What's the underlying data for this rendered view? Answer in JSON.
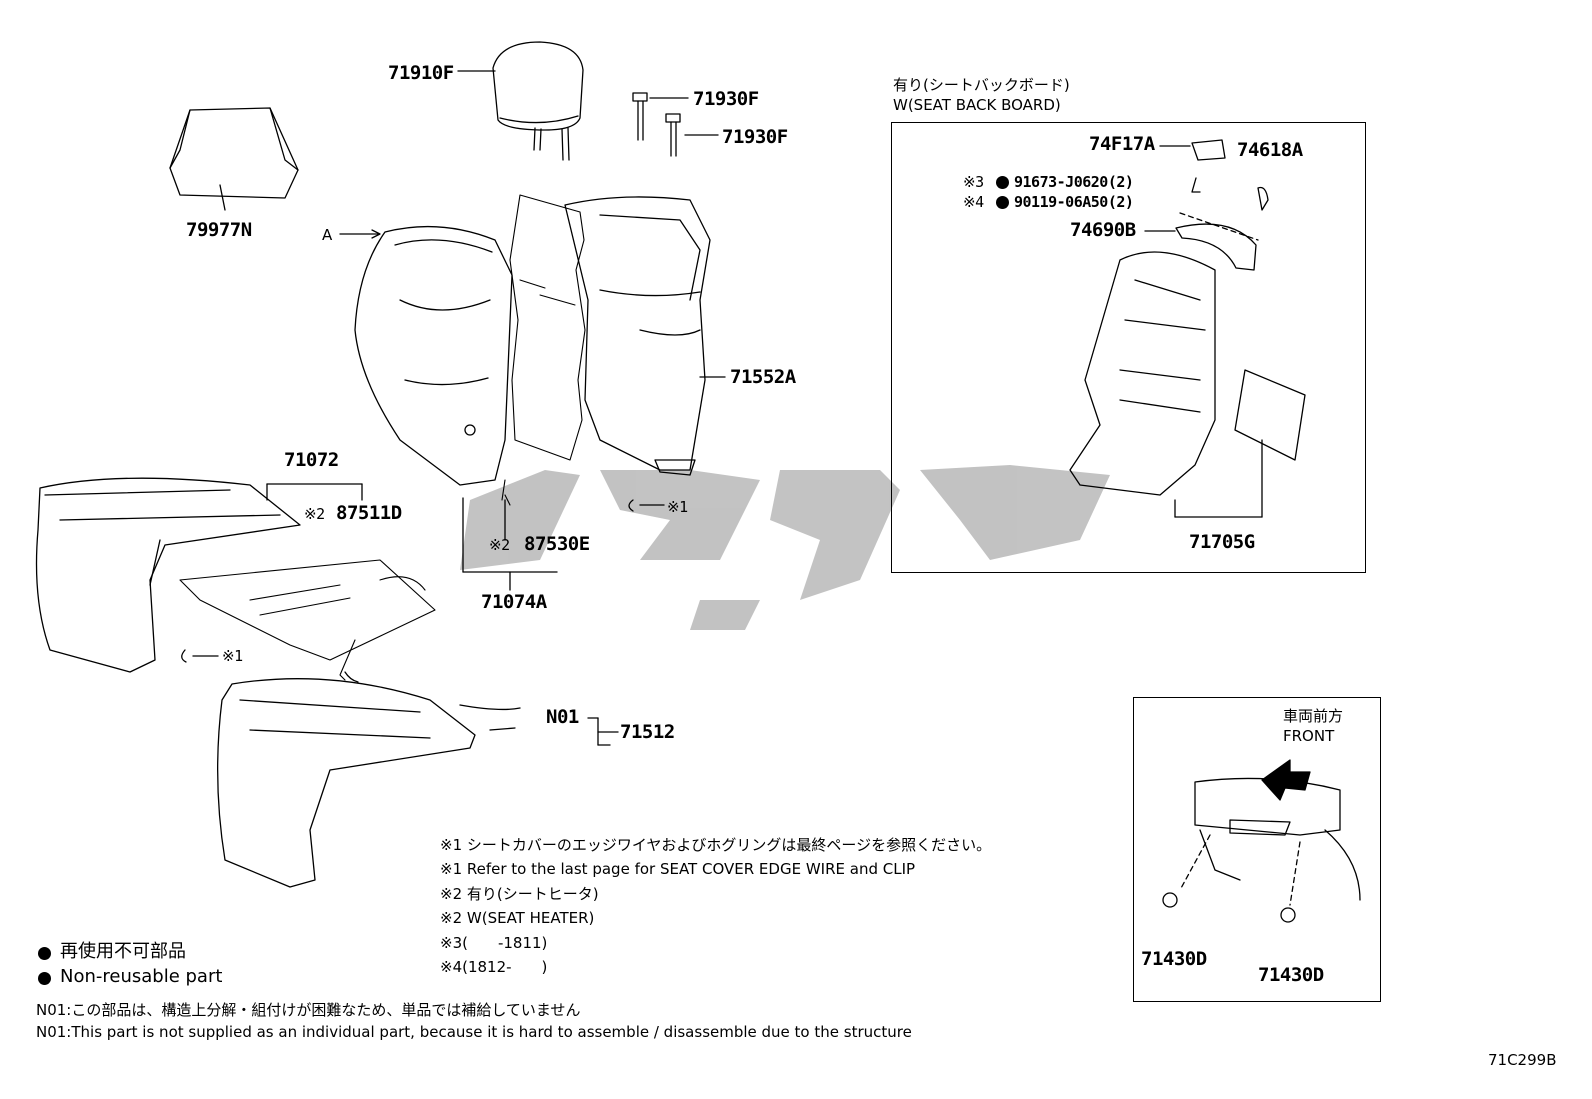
{
  "parts": {
    "p71910F": "71910F",
    "p71930F_a": "71930F",
    "p71930F_b": "71930F",
    "p79977N": "79977N",
    "pA": "A",
    "p71552A": "71552A",
    "p71072": "71072",
    "p87511D": "87511D",
    "p87530E": "87530E",
    "p71074A": "71074A",
    "pN01": "N01",
    "p71512": "71512",
    "p74F17A": "74F17A",
    "p74618A": "74618A",
    "p91673": "91673-J0620(2)",
    "p90119": "90119-06A50(2)",
    "p74690B": "74690B",
    "p71705G": "71705G",
    "p71430D_a": "71430D",
    "p71430D_b": "71430D"
  },
  "refs": {
    "mark1": "※1",
    "mark2": "※2",
    "mark3": "※3",
    "mark4": "※4"
  },
  "seat_back_board": {
    "title_jp": "有り(シートバックボード)",
    "title_en": "W(SEAT BACK BOARD)"
  },
  "front_box": {
    "title_jp": "車両前方",
    "title_en": "FRONT"
  },
  "notes": [
    "※1 シートカバーのエッジワイヤおよびホグリングは最終ページを参照ください。",
    "※1 Refer to the last page for SEAT COVER EDGE WIRE and CLIP",
    "※2 有り(シートヒータ)",
    "※2 W(SEAT HEATER)",
    "※3(　　-1811)",
    "※4(1812-　　)"
  ],
  "legend": {
    "jp": "再使用不可部品",
    "en": "Non-reusable part"
  },
  "n01_note": {
    "jp": "N01:この部品は、構造上分解・組付けが困難なため、単品では補給していません",
    "en": "N01:This part is not supplied as an individual part, because it is hard to assemble / disassemble due to the structure"
  },
  "diagram_code": "71C299B"
}
